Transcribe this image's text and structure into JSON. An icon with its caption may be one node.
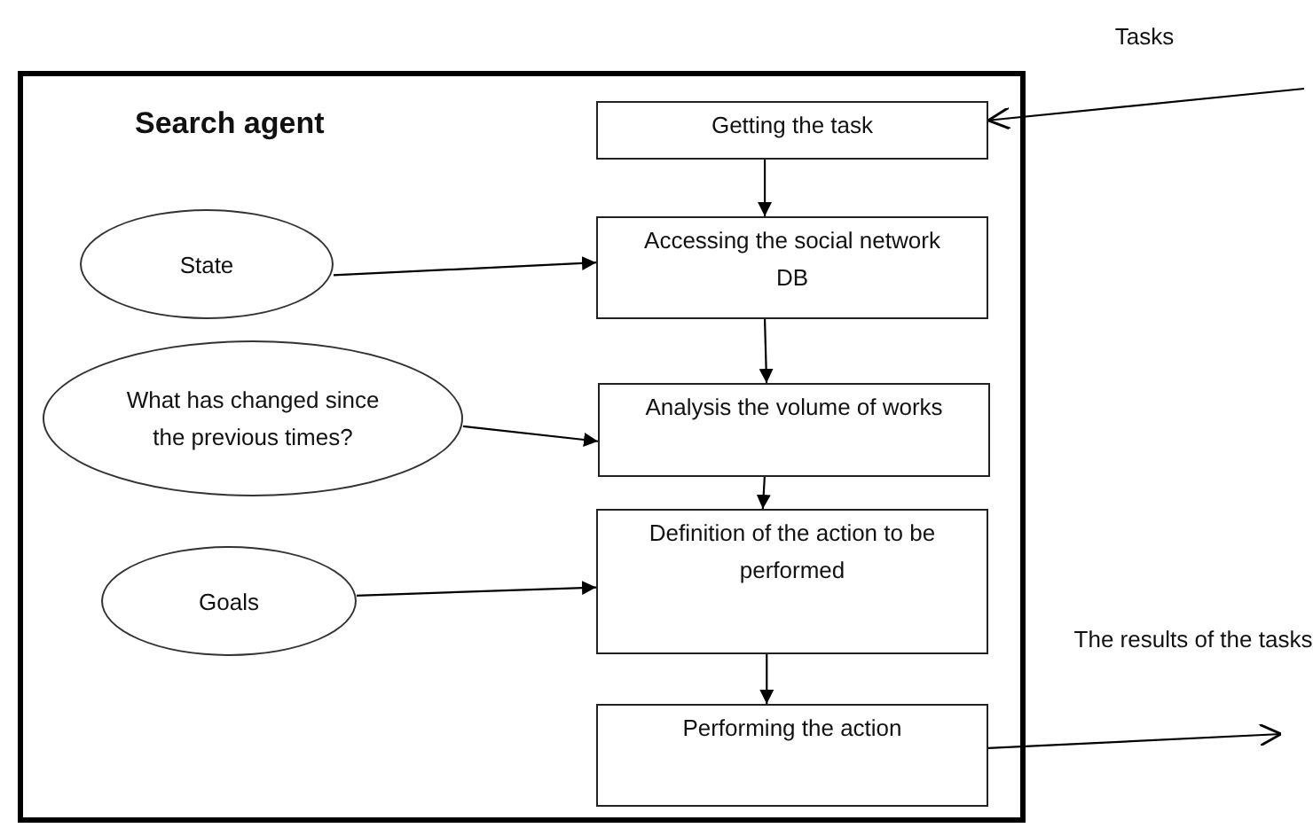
{
  "diagram": {
    "nodes": [
      {
        "text": [
          "Search agent"
        ]
      },
      {
        "text": [
          "Getting the task"
        ],
        "in": 0
      },
      {
        "text": [
          "Accessing the social network DB"
        ],
        "in": 0
      },
      {
        "text": [
          "Analysis the volume of works"
        ],
        "in": 0
      },
      {
        "text": [
          "Definition of the action to be performed"
        ],
        "in": 0
      },
      {
        "text": [
          "Performing the action"
        ],
        "in": 0
      },
      {
        "text": [
          "State"
        ],
        "in": 0
      },
      {
        "text": [
          "What has changed since the previous times?"
        ],
        "in": 0
      },
      {
        "text": [
          "Goals"
        ],
        "in": 0
      }
    ],
    "edges": [
      {
        "from": null,
        "to": 1,
        "arrow": "to"
      },
      {
        "from": 1,
        "to": 2,
        "arrow": "to"
      },
      {
        "from": 2,
        "to": 3,
        "arrow": "to"
      },
      {
        "from": 3,
        "to": 4,
        "arrow": "to"
      },
      {
        "from": 4,
        "to": 5,
        "arrow": "to"
      },
      {
        "from": 6,
        "to": 2,
        "arrow": "to"
      },
      {
        "from": 7,
        "to": 3,
        "arrow": "to"
      },
      {
        "from": 8,
        "to": 4,
        "arrow": "to"
      },
      {
        "from": 5,
        "to": null,
        "arrow": "to"
      }
    ],
    "labels": [
      "Tasks",
      "The results of the tasks"
    ]
  }
}
